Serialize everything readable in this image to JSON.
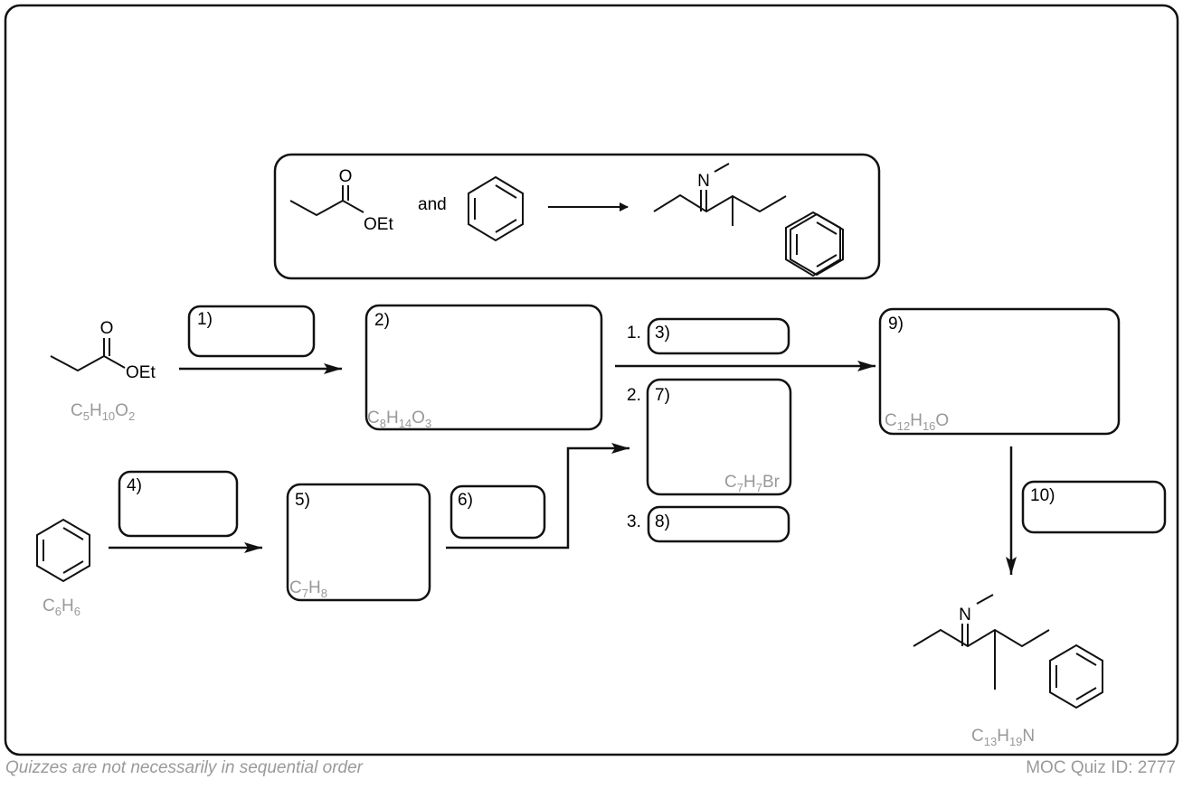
{
  "header_scheme": {
    "reagent_label": "OEt",
    "carbonyl_label": "O",
    "joiner": "and",
    "imine_label": "N"
  },
  "start_materials": {
    "ester": {
      "carbonyl_label": "O",
      "oxygen_label": "OEt",
      "formula": "C5H10O2"
    },
    "benzene": {
      "formula": "C6H6"
    }
  },
  "boxes": [
    {
      "id": "1",
      "label": "1)"
    },
    {
      "id": "2",
      "label": "2)",
      "formula": "C8H14O3"
    },
    {
      "id": "3",
      "label": "3)",
      "step": "1."
    },
    {
      "id": "4",
      "label": "4)"
    },
    {
      "id": "5",
      "label": "5)",
      "formula": "C7H8"
    },
    {
      "id": "6",
      "label": "6)"
    },
    {
      "id": "7",
      "label": "7)",
      "step": "2.",
      "formula": "C7H7Br"
    },
    {
      "id": "8",
      "label": "8)",
      "step": "3."
    },
    {
      "id": "9",
      "label": "9)",
      "formula": "C12H16O"
    },
    {
      "id": "10",
      "label": "10)"
    }
  ],
  "product": {
    "imine_label": "N",
    "formula": "C13H19N"
  },
  "footer": {
    "note": "Quizzes are not necessarily in sequential order",
    "quiz_id": "MOC Quiz ID: 2777"
  }
}
